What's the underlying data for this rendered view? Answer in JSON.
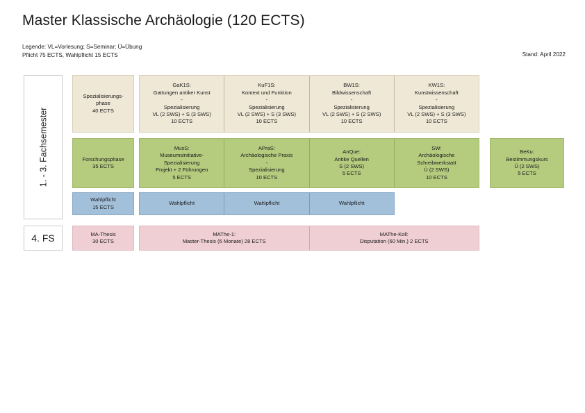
{
  "header": {
    "title": "Master Klassische Archäologie (120 ECTS)",
    "legend_line1": "Legende: VL=Vorlesung; S=Seminar; Ü=Übung",
    "legend_line2": "Pflicht 75 ECTS, Wahlpflicht 15 ECTS",
    "stand": "Stand: April 2022"
  },
  "semesters": {
    "first_block_label": "1. - 3. Fachsemester",
    "fourth_label": "4. FS"
  },
  "phases": {
    "spezialisierung": "Spezialisierungs-\nphase\n40 ECTS",
    "forschung": "Forschungsphase\n35 ECTS",
    "wahlpflicht": "Wahlpflicht\n15 ECTS",
    "ma_thesis": "MA-Thesis\n30 ECTS"
  },
  "rows": {
    "spezialisierungsphase": [
      {
        "code": "GaK1S:",
        "title": "Gattungen antiker Kunst",
        "sep": "-",
        "kind": "Spezialisierung",
        "sws": "VL (2 SWS) + S (3 SWS)",
        "ects": "10 ECTS"
      },
      {
        "code": "KuF1S:",
        "title": "Kontext und Funktion",
        "sep": "-",
        "kind": "Spezialisierung",
        "sws": "VL (2 SWS) + S (3 SWS)",
        "ects": "10 ECTS"
      },
      {
        "code": "BW1S:",
        "title": "Bildwissenschaft",
        "sep": "-",
        "kind": "Spezialisierung",
        "sws": "VL (2 SWS) + S (2 SWS)",
        "ects": "10 ECTS"
      },
      {
        "code": "KW1S:",
        "title": "Kunstwissenschaft",
        "sep": "-",
        "kind": "Spezialisierung",
        "sws": "VL (2 SWS) + S (3 SWS)",
        "ects": "10 ECTS"
      }
    ],
    "forschungsphase": [
      {
        "text": "MusS:\nMuseumsinitiative-\nSpezialisierung\nProjekt + 2 Führungen\n5 ECTS"
      },
      {
        "text": "APraS:\nArchäologische Praxis\n-\nSpezialisierung\n10 ECTS"
      },
      {
        "text": "AnQue:\nAntike Quellen\nS (2 SWS)\n5 ECTS"
      },
      {
        "text": "SW:\nArchäologische\nSchreibwerkstatt\nÜ (2 SWS)\n10 ECTS"
      }
    ],
    "beku": "BeKu:\nBestimmungskurs\nÜ (2 SWS)\n5 ECTS",
    "wahlpflicht_cells": [
      "Wahlpflicht",
      "Wahlpflicht",
      "Wahlpflicht"
    ],
    "thesis_cells": [
      "MAThe-1:\nMaster-Thesis (6 Monate) 28 ECTS",
      "MAThe-Koll:\nDisputation (60 Min.) 2 ECTS"
    ]
  },
  "colors": {
    "beige": "#efe8d6",
    "green": "#b5cc7f",
    "blue": "#a3c0da",
    "pink": "#efcfd4"
  }
}
